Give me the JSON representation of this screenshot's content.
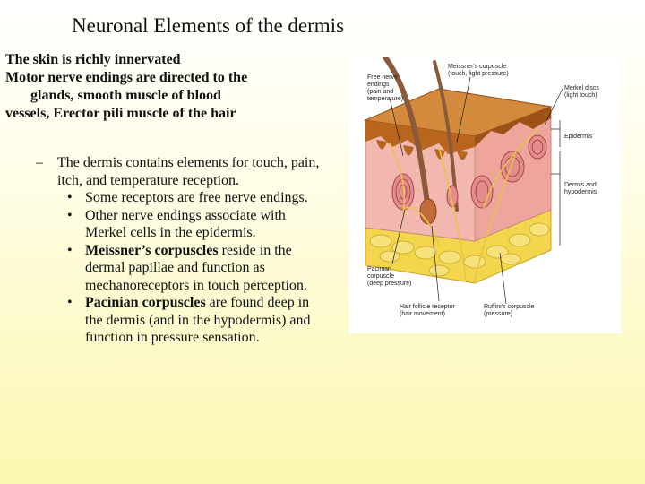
{
  "slide": {
    "title": "Neuronal Elements of the dermis",
    "intro": [
      "The skin is richly innervated",
      "Motor nerve endings are directed to the",
      "glands, smooth muscle of blood",
      "vessels, Erector pili muscle of the hair"
    ],
    "main_dash": "–",
    "main_text": "The dermis contains elements for touch, pain, itch, and temperature reception.",
    "bullet_glyph": "•",
    "bullets": [
      {
        "bold": "",
        "rest": "Some receptors are free nerve endings."
      },
      {
        "bold": "",
        "rest": "Other nerve endings associate with Merkel cells in the epidermis."
      },
      {
        "bold": "Meissner’s corpuscles",
        "rest": " reside in the dermal papillae and function as mechanoreceptors in touch perception."
      },
      {
        "bold": "Pacinian corpuscles",
        "rest": " are found deep in the dermis (and in the hypodermis) and function in pressure sensation."
      }
    ]
  },
  "figure_labels": {
    "free_nerve": [
      "Free nerve",
      "endings",
      "(pain and",
      "temperature)"
    ],
    "meissner": [
      "Meissner's corpuscle",
      "(touch, light pressure)"
    ],
    "merkel": [
      "Merkel discs",
      "(light touch)"
    ],
    "epidermis": [
      "Epidermis"
    ],
    "dermis": [
      "Dermis and",
      "hypodermis"
    ],
    "pacinian": [
      "Pacinian",
      "corpuscle",
      "(deep pressure)"
    ],
    "hair_follicle": [
      "Hair follicle receptor",
      "(hair movement)"
    ],
    "ruffini": [
      "Ruffini's corpuscle",
      "(pressure)"
    ]
  },
  "colors": {
    "epidermis": "#b8651e",
    "dermis": "#f2b8b0",
    "hypodermis": "#f3d64c",
    "nerve": "#e7c34a"
  }
}
